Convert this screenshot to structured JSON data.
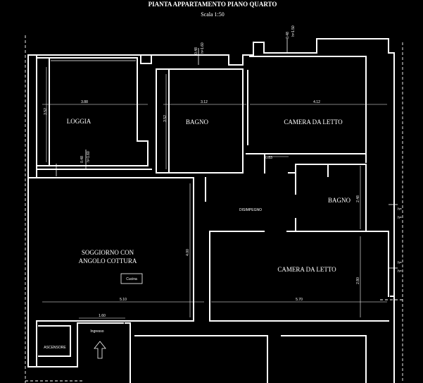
{
  "title": "PIANTA APPARTAMENTO PIANO QUARTO",
  "scale": "Scala 1:50",
  "rooms": {
    "loggia": "LOGGIA",
    "bagno_top": "BAGNO",
    "camera_letto_top": "CAMERA DA LETTO",
    "bagno_mid": "BAGNO",
    "disimpegno": "DISIMPEGNO",
    "soggiorno_line1": "SOGGIORNO CON",
    "soggiorno_line2": "ANGOLO COTTURA",
    "camera_letto_bottom": "CAMERA DA LETTO",
    "ingresso": "Ingresso",
    "ascensore": "ASCENSORE"
  },
  "labels": {
    "kitchen_box": "Cucina",
    "right_label_1": "h=",
    "right_label_2": "h=",
    "right_label_3": "h=",
    "right_label_4": "h="
  }
}
